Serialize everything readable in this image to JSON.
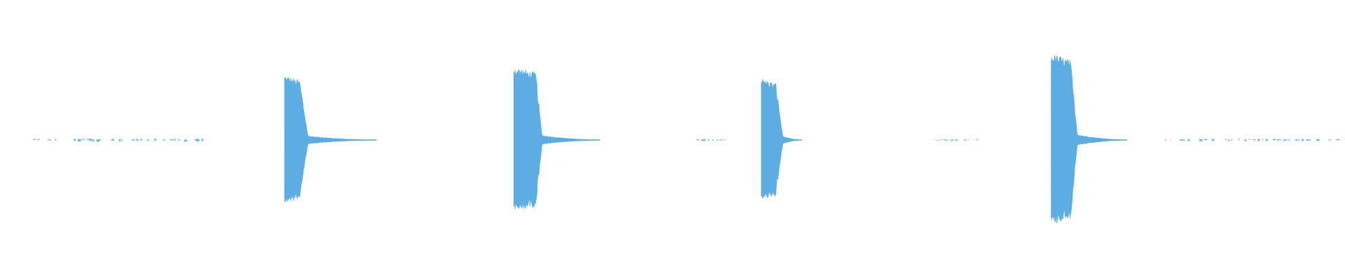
{
  "waveform": {
    "color": "#5dade2",
    "background": "#ffffff",
    "duration_fraction_note": "",
    "bursts": [
      {
        "start": 0.2115,
        "attack_end": 0.223,
        "decay_end": 0.229,
        "tail_end": 0.28,
        "amplitude": 0.62
      },
      {
        "start": 0.382,
        "attack_end": 0.3985,
        "decay_end": 0.403,
        "tail_end": 0.446,
        "amplitude": 0.7
      },
      {
        "start": 0.566,
        "attack_end": 0.577,
        "decay_end": 0.582,
        "tail_end": 0.596,
        "amplitude": 0.59
      },
      {
        "start": 0.7815,
        "attack_end": 0.796,
        "decay_end": 0.801,
        "tail_end": 0.838,
        "amplitude": 0.83
      }
    ],
    "noise_regions": [
      {
        "start": 0.022,
        "end": 0.153,
        "amplitude": 0.012
      },
      {
        "start": 0.518,
        "end": 0.544,
        "amplitude": 0.008
      },
      {
        "start": 0.694,
        "end": 0.736,
        "amplitude": 0.006
      },
      {
        "start": 0.866,
        "end": 0.996,
        "amplitude": 0.01
      }
    ]
  }
}
